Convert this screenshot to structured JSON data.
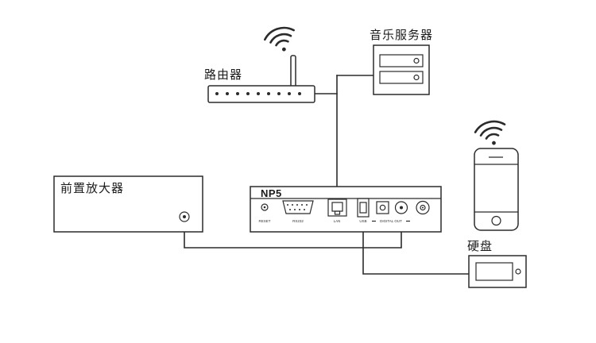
{
  "labels": {
    "router": "路由器",
    "music_server": "音乐服务器",
    "preamp": "前置放大器",
    "device": "NP5",
    "hard_disk": "硬盘"
  },
  "ports": {
    "reset": "RESET",
    "rs232": "RS232",
    "lan": "LAN",
    "usb": "USB",
    "digital_out": "DIGITAL OUT"
  }
}
